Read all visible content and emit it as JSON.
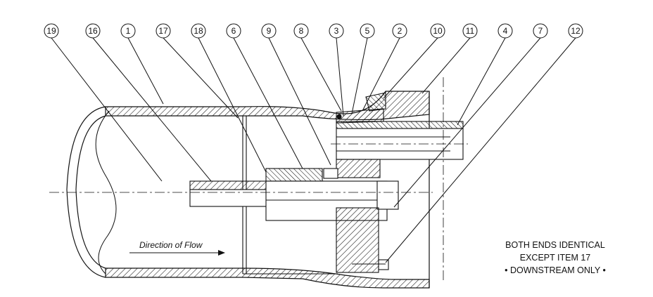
{
  "callouts": [
    "19",
    "16",
    "1",
    "17",
    "18",
    "6",
    "9",
    "8",
    "3",
    "5",
    "2",
    "10",
    "11",
    "4",
    "7",
    "12"
  ],
  "flow_label": "Direction of Flow",
  "note": {
    "line1": "BOTH ENDS IDENTICAL",
    "line2": "EXCEPT ITEM 17",
    "line3": "• DOWNSTREAM ONLY •"
  }
}
